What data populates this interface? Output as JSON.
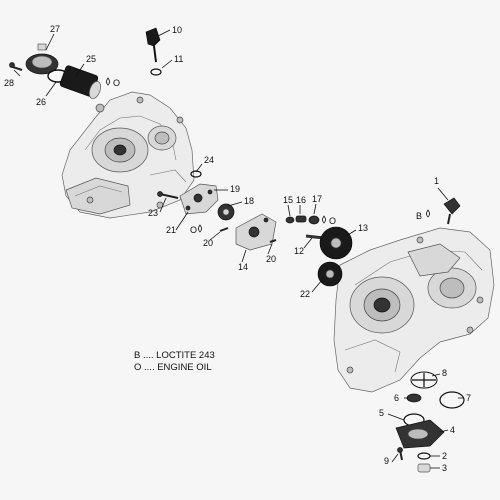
{
  "legend": {
    "line_b": "B .... LOCTITE 243",
    "line_o": "O .... ENGINE OIL"
  },
  "callouts": [
    {
      "id": "c1",
      "label": "1"
    },
    {
      "id": "c2",
      "label": "2"
    },
    {
      "id": "c3",
      "label": "3"
    },
    {
      "id": "c4",
      "label": "4"
    },
    {
      "id": "c5",
      "label": "5"
    },
    {
      "id": "c6",
      "label": "6"
    },
    {
      "id": "c7",
      "label": "7"
    },
    {
      "id": "c8",
      "label": "8"
    },
    {
      "id": "c9",
      "label": "9"
    },
    {
      "id": "c10",
      "label": "10"
    },
    {
      "id": "c11",
      "label": "11"
    },
    {
      "id": "c12",
      "label": "12"
    },
    {
      "id": "c13",
      "label": "13"
    },
    {
      "id": "c14",
      "label": "14"
    },
    {
      "id": "c15",
      "label": "15"
    },
    {
      "id": "c16",
      "label": "16"
    },
    {
      "id": "c17",
      "label": "17"
    },
    {
      "id": "c18",
      "label": "18"
    },
    {
      "id": "c19",
      "label": "19"
    },
    {
      "id": "c20a",
      "label": "20"
    },
    {
      "id": "c20b",
      "label": "20"
    },
    {
      "id": "c21",
      "label": "21"
    },
    {
      "id": "c22",
      "label": "22"
    },
    {
      "id": "c23",
      "label": "23"
    },
    {
      "id": "c24",
      "label": "24"
    },
    {
      "id": "c25",
      "label": "25"
    },
    {
      "id": "c26",
      "label": "26"
    },
    {
      "id": "c27",
      "label": "27"
    },
    {
      "id": "c28",
      "label": "28"
    }
  ],
  "markers": [
    {
      "id": "m-b1",
      "text": "B"
    },
    {
      "id": "m-o25",
      "text": "O"
    },
    {
      "id": "m-o17",
      "text": "O"
    },
    {
      "id": "m-o19",
      "text": "O"
    }
  ]
}
